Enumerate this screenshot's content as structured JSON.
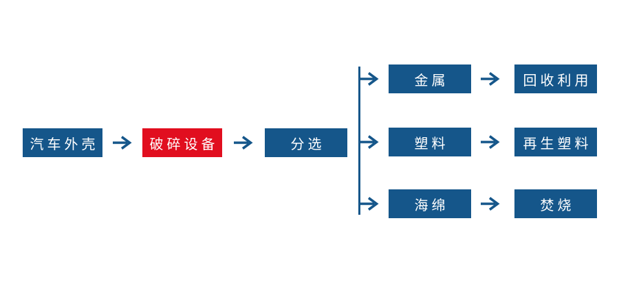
{
  "flowchart": {
    "description": "Automobile shell recycling process flow diagram",
    "main_nodes": [
      {
        "id": "car-shell",
        "label": "汽车外壳",
        "color": "#15568A"
      },
      {
        "id": "crushing-equipment",
        "label": "破碎设备",
        "color": "#E10E1F"
      },
      {
        "id": "sorting",
        "label": "分选",
        "color": "#15568A"
      }
    ],
    "branches": [
      {
        "material": "金属",
        "destination": "回收利用"
      },
      {
        "material": "塑料",
        "destination": "再生塑料"
      },
      {
        "material": "海绵",
        "destination": "焚烧"
      }
    ],
    "colors": {
      "node_blue": "#15568A",
      "node_red": "#E10E1F",
      "arrow": "#15568A",
      "connector_line": "#15568A",
      "text": "#FFFFFF",
      "background": "#FFFFFF"
    }
  }
}
